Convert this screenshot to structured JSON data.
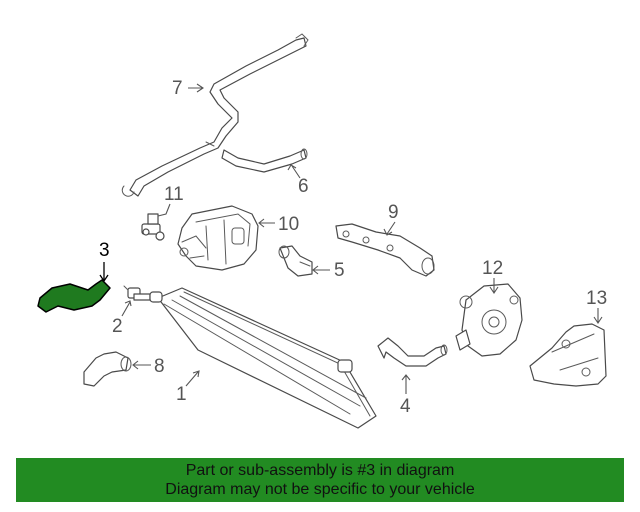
{
  "colors": {
    "highlight": "#1f7a1f",
    "banner": "#228b22",
    "line": "#4a4a4a",
    "callout": "#555555"
  },
  "callouts": {
    "c1": "1",
    "c2": "2",
    "c3": "3",
    "c4": "4",
    "c5": "5",
    "c6": "6",
    "c7": "7",
    "c8": "8",
    "c9": "9",
    "c10": "10",
    "c11": "11",
    "c12": "12",
    "c13": "13"
  },
  "highlighted_part": "3",
  "banner": {
    "line1": "Part or sub-assembly is #3 in diagram",
    "line2": "Diagram may not be specific to your vehicle"
  }
}
